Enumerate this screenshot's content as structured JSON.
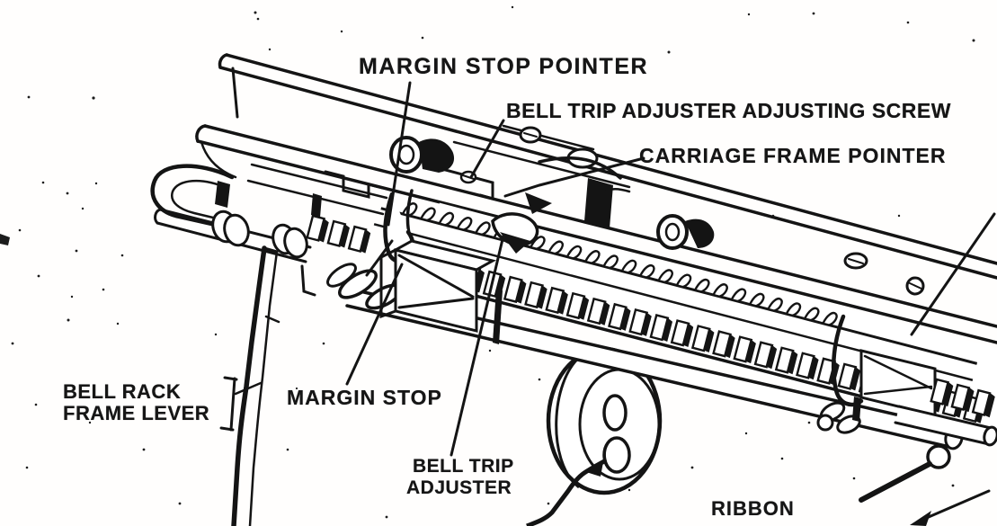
{
  "figure": {
    "kind": "scanned-line-art-technical-illustration",
    "subject": "Typewriter carriage margin stop and bell trip mechanism",
    "ink_color": "#141414",
    "paper_color": "#fffefd",
    "labels": {
      "margin_stop_pointer": "MARGIN STOP POINTER",
      "bell_trip_adjuster_adjusting_screw": "BELL TRIP ADJUSTER ADJUSTING SCREW",
      "carriage_frame_pointer": "CARRIAGE FRAME POINTER",
      "bell_rack_frame_lever_line1": "BELL RACK",
      "bell_rack_frame_lever_line2": "FRAME LEVER",
      "margin_stop": "MARGIN STOP",
      "bell_trip_adjuster_line1": "BELL TRIP",
      "bell_trip_adjuster_line2": "ADJUSTER",
      "ribbon": "RIBBON"
    }
  }
}
